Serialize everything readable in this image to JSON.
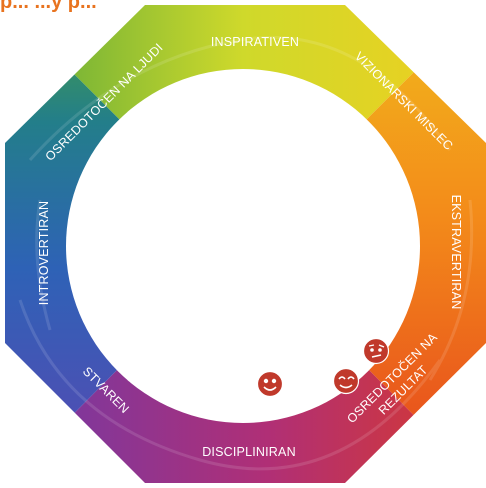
{
  "header": {
    "partial_title": "p... ...y p..."
  },
  "wheel": {
    "segments": [
      {
        "key": "inspirativen",
        "label": "INSPIRATIVEN",
        "color": "#d7dc2a"
      },
      {
        "key": "vizionarski",
        "label": "VIZIONARSKI MISLEC",
        "color": "#f2c21c"
      },
      {
        "key": "ekstravertiran",
        "label": "EKSTRAVERTIRAN",
        "color": "#f07a1a"
      },
      {
        "key": "rezultat",
        "label_line1": "OSREDOTOČEN NA",
        "label_line2": "REZULTAT",
        "color": "#e6411d"
      },
      {
        "key": "discipliniran",
        "label": "DISCIPLINIRAN",
        "color": "#a7307e"
      },
      {
        "key": "stvaren",
        "label": "STVAREN",
        "color": "#6b3fae"
      },
      {
        "key": "introvertiran",
        "label": "INTROVERTIRAN",
        "color": "#2d5fb5"
      },
      {
        "key": "ljudi",
        "label": "OSREDOTOČEN NA LJUDI",
        "color": "#4aa541"
      }
    ],
    "center_color": "#ffffff"
  },
  "markers": [
    {
      "name": "happy-face-icon",
      "face": "happy"
    },
    {
      "name": "winking-face-icon",
      "face": "wink"
    },
    {
      "name": "thinking-face-icon",
      "face": "thinking"
    }
  ],
  "colors": {
    "marker": "#c0392b",
    "marker_stroke": "#ffffff",
    "text": "#ffffff"
  }
}
